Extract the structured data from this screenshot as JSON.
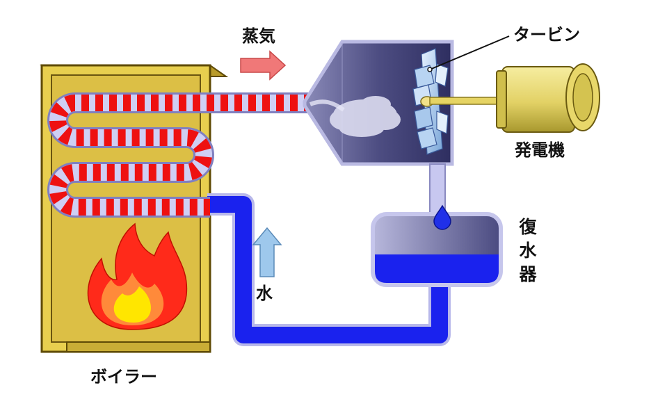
{
  "labels": {
    "steam": "蒸気",
    "turbine": "タービン",
    "generator": "発電機",
    "condenser": [
      "復",
      "水",
      "器"
    ],
    "water": "水",
    "boiler": "ボイラー"
  },
  "colors": {
    "boiler_fill": "#e8cf4f",
    "boiler_inner": "#e2c548",
    "boiler_border": "#5e4a05",
    "steam_stripe_red": "#ee1111",
    "pipe_light": "#c8c8f2",
    "water_blue": "#1a22ee",
    "turbine_body": "#5a5a8e",
    "generator": "#e3d46a",
    "steam_arrow": "#f07878",
    "water_arrow": "#9ec8ec",
    "flame_outer": "#ff2a1a",
    "flame_inner": "#ffe600"
  }
}
